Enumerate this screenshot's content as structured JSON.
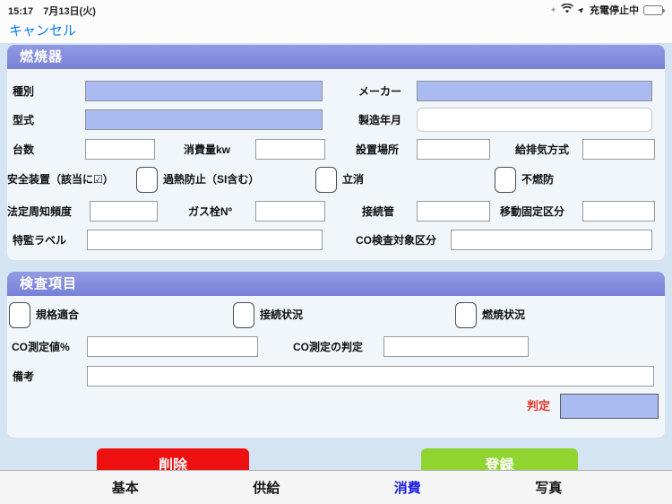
{
  "status_bar": {
    "time": "15:17",
    "date": "7月13日(火)",
    "charging_status": "充電停止中"
  },
  "glyphs": {
    "status_misc": "✦",
    "location_arrow": "➤"
  },
  "nav_bar": {
    "cancel_label": "キャンセル"
  },
  "sections": {
    "burner": {
      "title": "燃焼器",
      "labels": {
        "type": "種別",
        "maker": "メーカー",
        "model": "型式",
        "mfg_date": "製造年月",
        "units": "台数",
        "consumption": "消費量kw",
        "location": "設置場所",
        "vent_type": "給排気方式",
        "safety_device": "安全装置（該当に☑）",
        "overheat": "過熱防止（SI含む）",
        "flame_out": "立消",
        "incomplete_combustion": "不燃防",
        "legal_notice_freq": "法定周知頻度",
        "gas_valve_no": "ガス栓Nº",
        "connection_pipe": "接続管",
        "mobility_class": "移動固定区分",
        "special_label": "特監ラベル",
        "co_inspection_class": "CO検査対象区分"
      }
    },
    "inspection": {
      "title": "検査項目",
      "labels": {
        "standard_conformity": "規格適合",
        "connection_status": "接続状況",
        "combustion_status": "燃焼状況",
        "co_value": "CO測定値%",
        "co_judgement": "CO測定の判定",
        "remarks": "備考",
        "judgement": "判定"
      }
    }
  },
  "actions": {
    "delete_label": "削除",
    "register_label": "登録"
  },
  "tab_bar": {
    "tabs": [
      {
        "label": "基本",
        "active": false
      },
      {
        "label": "供給",
        "active": false
      },
      {
        "label": "消費",
        "active": true
      },
      {
        "label": "写真",
        "active": false
      }
    ]
  },
  "colors": {
    "accent_blue": "#0a7af5",
    "active_tab_blue": "#1d1de2",
    "filled_input_blue": "#a9bbf0",
    "section_header_purple": "#7b86d9",
    "delete_red": "#ee1010",
    "register_green": "#90d430",
    "judgement_label_red": "#e0382c",
    "page_background": "#d5e4f2",
    "panel_background": "#f1f6fb"
  }
}
